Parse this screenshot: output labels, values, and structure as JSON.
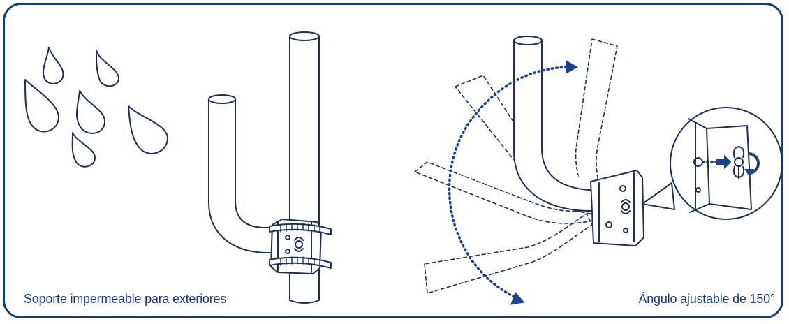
{
  "panels": {
    "left": {
      "caption": "Soporte impermeable para exteriores"
    },
    "right": {
      "caption": "Ángulo ajustable de 150°"
    }
  },
  "colors": {
    "frame": "#173a7a",
    "accent": "#1d4289",
    "line": "#1f2f55"
  },
  "icons": [
    "raindrop-icon",
    "mount-bracket",
    "rotation-arrow-icon",
    "wing-nut-icon",
    "rotate-arrow-icon"
  ]
}
